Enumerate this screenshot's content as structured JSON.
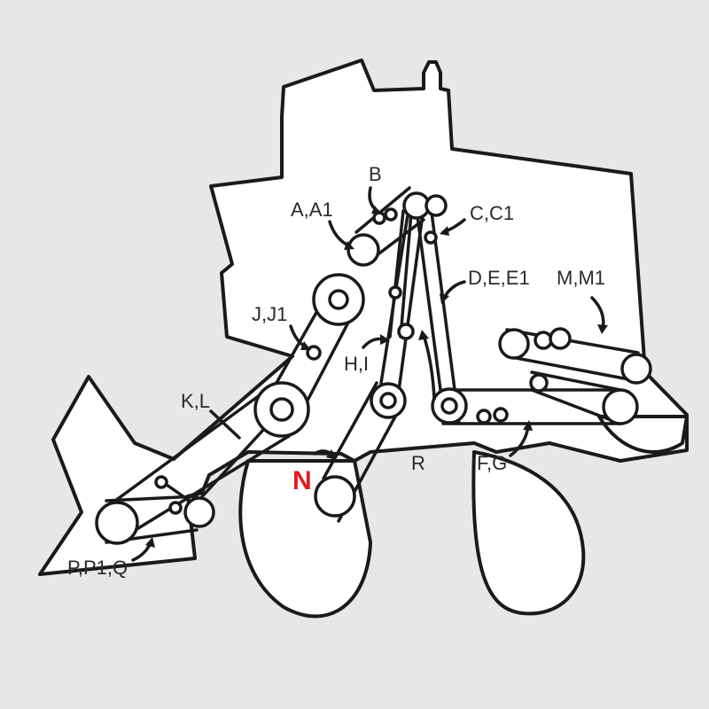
{
  "labels": {
    "a_a1": "A,A1",
    "b": "B",
    "c_c1": "C,C1",
    "d_e_e1": "D,E,E1",
    "m_m1": "M,M1",
    "j_j1": "J,J1",
    "h_i": "H,I",
    "k_l": "K,L",
    "n": "N",
    "r": "R",
    "f_g": "F,G",
    "p_p1_q": "P,P1,Q"
  },
  "colors": {
    "background": "#e6e7e9",
    "line": "#1a1a1a",
    "highlight": "#e31b23"
  }
}
